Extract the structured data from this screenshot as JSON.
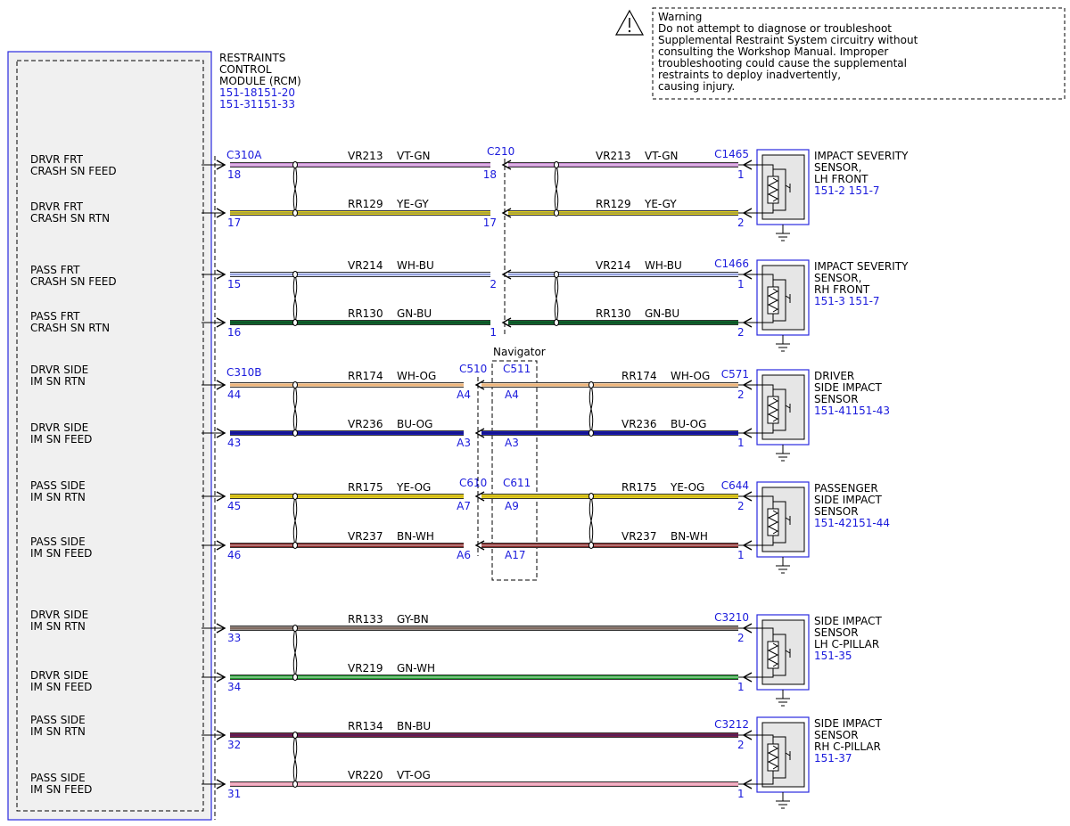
{
  "warning": {
    "title": "Warning",
    "lines": [
      "Do not attempt to diagnose or troubleshoot",
      "Supplemental Restraint System circuitry without",
      "consulting the Workshop Manual. Improper",
      "troubleshooting could cause the supplemental",
      "restraints to deploy inadvertently,",
      "causing injury."
    ]
  },
  "module": {
    "name_lines": [
      "RESTRAINTS",
      "CONTROL",
      "MODULE (RCM)"
    ],
    "refs": [
      "151-18151-20",
      "151-31151-33"
    ]
  },
  "signals": [
    [
      "DRVR FRT",
      "CRASH SN FEED"
    ],
    [
      "DRVR FRT",
      "CRASH SN RTN"
    ],
    [
      "PASS FRT",
      "CRASH SN FEED"
    ],
    [
      "PASS FRT",
      "CRASH SN RTN"
    ],
    [
      "DRVR SIDE",
      "IM SN RTN"
    ],
    [
      "DRVR SIDE",
      "IM SN FEED"
    ],
    [
      "PASS SIDE",
      "IM SN RTN"
    ],
    [
      "PASS SIDE",
      "IM SN FEED"
    ],
    [
      "DRVR SIDE",
      "IM SN RTN"
    ],
    [
      "DRVR SIDE",
      "IM SN FEED"
    ],
    [
      "PASS SIDE",
      "IM SN RTN"
    ],
    [
      "PASS SIDE",
      "IM SN FEED"
    ]
  ],
  "module_connectors": [
    "C310A",
    "C310B"
  ],
  "inline_connectors": {
    "c210": "C210",
    "c510": "C510",
    "c511": "C511",
    "c610": "C610",
    "c611": "C611",
    "navigator": "Navigator"
  },
  "wires": [
    {
      "circuit": "VR213",
      "color": "VT-GN",
      "pin_rcm": "18",
      "mid_left": "18",
      "mid_right": "",
      "pin_sensor": "1",
      "connector": "C1465"
    },
    {
      "circuit": "RR129",
      "color": "YE-GY",
      "pin_rcm": "17",
      "mid_left": "17",
      "mid_right": "",
      "pin_sensor": "2",
      "connector": ""
    },
    {
      "circuit": "VR214",
      "color": "WH-BU",
      "pin_rcm": "15",
      "mid_left": "2",
      "mid_right": "",
      "pin_sensor": "1",
      "connector": "C1466"
    },
    {
      "circuit": "RR130",
      "color": "GN-BU",
      "pin_rcm": "16",
      "mid_left": "1",
      "mid_right": "",
      "pin_sensor": "2",
      "connector": ""
    },
    {
      "circuit": "RR174",
      "color": "WH-OG",
      "pin_rcm": "44",
      "mid_left": "A4",
      "mid_right": "A4",
      "pin_sensor": "2",
      "connector": "C571"
    },
    {
      "circuit": "VR236",
      "color": "BU-OG",
      "pin_rcm": "43",
      "mid_left": "A3",
      "mid_right": "A3",
      "pin_sensor": "1",
      "connector": ""
    },
    {
      "circuit": "RR175",
      "color": "YE-OG",
      "pin_rcm": "45",
      "mid_left": "A7",
      "mid_right": "A9",
      "pin_sensor": "2",
      "connector": "C644"
    },
    {
      "circuit": "VR237",
      "color": "BN-WH",
      "pin_rcm": "46",
      "mid_left": "A6",
      "mid_right": "A17",
      "pin_sensor": "1",
      "connector": ""
    },
    {
      "circuit": "RR133",
      "color": "GY-BN",
      "pin_rcm": "33",
      "mid_left": "",
      "mid_right": "",
      "pin_sensor": "2",
      "connector": "C3210"
    },
    {
      "circuit": "VR219",
      "color": "GN-WH",
      "pin_rcm": "34",
      "mid_left": "",
      "mid_right": "",
      "pin_sensor": "1",
      "connector": ""
    },
    {
      "circuit": "RR134",
      "color": "BN-BU",
      "pin_rcm": "32",
      "mid_left": "",
      "mid_right": "",
      "pin_sensor": "2",
      "connector": "C3212"
    },
    {
      "circuit": "VR220",
      "color": "VT-OG",
      "pin_rcm": "31",
      "mid_left": "",
      "mid_right": "",
      "pin_sensor": "1",
      "connector": ""
    }
  ],
  "sensors": [
    {
      "name_lines": [
        "IMPACT SEVERITY",
        "SENSOR,",
        "LH FRONT"
      ],
      "ref": "151-2 151-7"
    },
    {
      "name_lines": [
        "IMPACT SEVERITY",
        "SENSOR,",
        "RH FRONT"
      ],
      "ref": "151-3 151-7"
    },
    {
      "name_lines": [
        "DRIVER",
        "SIDE IMPACT",
        "SENSOR"
      ],
      "ref": "151-41151-43"
    },
    {
      "name_lines": [
        "PASSENGER",
        "SIDE IMPACT",
        "SENSOR"
      ],
      "ref": "151-42151-44"
    },
    {
      "name_lines": [
        "SIDE IMPACT",
        "SENSOR",
        "LH C-PILLAR"
      ],
      "ref": "151-35"
    },
    {
      "name_lines": [
        "SIDE IMPACT",
        "SENSOR",
        "RH C-PILLAR"
      ],
      "ref": "151-37"
    }
  ],
  "colors": {
    "link_blue": "#1a1adc",
    "box_border": "#2a2ae0",
    "module_fill": "#f0f0f0",
    "sensor_fill": "#e6e6e6",
    "wire_VT_GN": "#c88ad2",
    "wire_YE_GY": "#e3d31a",
    "wire_WH_BU": "#d8e0f5",
    "wire_GN_BU": "#0f6a2e",
    "wire_WH_OG": "#f3d0a8",
    "wire_BU_OG": "#1c1cb8",
    "wire_YE_OG": "#e0d21c",
    "wire_BN_WH": "#8a2626",
    "wire_GY_BN": "#9a8f8a",
    "wire_GN_WH": "#1d9a2e",
    "wire_BN_BU": "#7a1e44",
    "wire_VT_OG": "#ec9ab2"
  }
}
